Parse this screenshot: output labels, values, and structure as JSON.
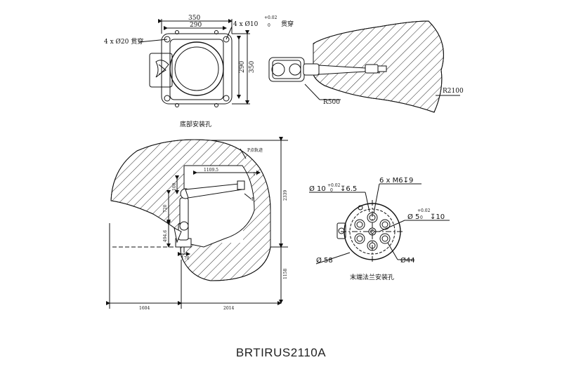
{
  "base_view": {
    "width_outer": "350",
    "width_inner": "290",
    "height_outer": "350",
    "height_inner": "290",
    "hole_large": "4 x Ø20 贯穿",
    "hole_small": "4 x Ø10",
    "hole_small_tol": "+0.02",
    "hole_small_tol2": "0",
    "hole_small_through": "贯穿",
    "caption": "底部安装孔"
  },
  "top_view": {
    "inner_radius": "R500",
    "outer_radius": "R2100"
  },
  "side_view": {
    "p_track": "P点轨迹",
    "p_label": "P",
    "reach_horiz": "1109.5",
    "dim_100": "100",
    "dim_720": "720",
    "dim_494": "494.6",
    "dim_170": "170",
    "total_height": "2339",
    "lower_height": "1158",
    "left_reach": "1604",
    "right_reach": "2014",
    "small_17": "17"
  },
  "flange_view": {
    "phi10": "Ø 10",
    "phi10_tol": "+0.02",
    "phi10_tol2": "0",
    "phi10_depth": "↧6.5",
    "m6": "6 x M6↧9",
    "phi5": "Ø 5",
    "phi5_tol": "+0.02",
    "phi5_tol2": "0",
    "phi5_depth": "↧10",
    "phi58": "Ø 58",
    "phi44": "Ø44",
    "caption": "末端法兰安装孔"
  },
  "model_name": "BRTIRUS2110A",
  "colors": {
    "line": "#111111",
    "background": "#ffffff"
  }
}
